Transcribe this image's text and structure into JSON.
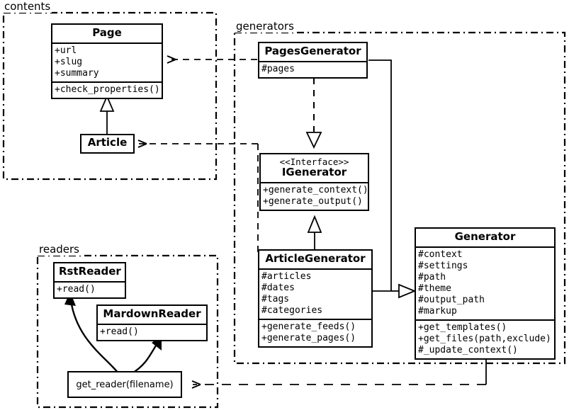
{
  "diagram": {
    "type": "uml-class-diagram",
    "packages": [
      {
        "id": "contents",
        "label": "contents"
      },
      {
        "id": "generators",
        "label": "generators"
      },
      {
        "id": "readers",
        "label": "readers"
      }
    ],
    "classes": [
      {
        "id": "page",
        "name": "Page",
        "stereotype": "",
        "attributes": [
          "+url",
          "+slug",
          "+summary"
        ],
        "operations": [
          "+check_properties()"
        ]
      },
      {
        "id": "article",
        "name": "Article",
        "stereotype": "",
        "attributes": [],
        "operations": []
      },
      {
        "id": "pages-generator",
        "name": "PagesGenerator",
        "stereotype": "",
        "attributes": [
          "#pages"
        ],
        "operations": []
      },
      {
        "id": "igenerator",
        "name": "IGenerator",
        "stereotype": "<<Interface>>",
        "attributes": [],
        "operations": [
          "+generate_context()",
          "+generate_output()"
        ]
      },
      {
        "id": "article-generator",
        "name": "ArticleGenerator",
        "stereotype": "",
        "attributes": [
          "#articles",
          "#dates",
          "#tags",
          "#categories"
        ],
        "operations": [
          "+generate_feeds()",
          "+generate_pages()"
        ]
      },
      {
        "id": "generator",
        "name": "Generator",
        "stereotype": "",
        "attributes": [
          "#context",
          "#settings",
          "#path",
          "#theme",
          "#output_path",
          "#markup"
        ],
        "operations": [
          "+get_templates()",
          "+get_files(path,exclude)",
          "#_update_context()"
        ]
      },
      {
        "id": "rst-reader",
        "name": "RstReader",
        "stereotype": "",
        "attributes": [],
        "operations": [
          "+read()"
        ]
      },
      {
        "id": "mardown-reader",
        "name": "MardownReader",
        "stereotype": "",
        "attributes": [],
        "operations": [
          "+read()"
        ]
      }
    ],
    "functions": [
      {
        "id": "get-reader",
        "label": "get_reader(filename)"
      }
    ],
    "relationships": [
      {
        "from": "article",
        "to": "page",
        "kind": "generalization"
      },
      {
        "from": "pages-generator",
        "to": "igenerator",
        "kind": "realization"
      },
      {
        "from": "article-generator",
        "to": "igenerator",
        "kind": "generalization"
      },
      {
        "from": "pages-generator",
        "to": "generator",
        "kind": "generalization"
      },
      {
        "from": "article-generator",
        "to": "generator",
        "kind": "generalization"
      },
      {
        "from": "pages-generator",
        "to": "page",
        "kind": "dependency"
      },
      {
        "from": "article-generator",
        "to": "article",
        "kind": "dependency"
      },
      {
        "from": "generator",
        "to": "get-reader",
        "kind": "dependency"
      },
      {
        "from": "get-reader",
        "to": "rst-reader",
        "kind": "creates"
      },
      {
        "from": "get-reader",
        "to": "mardown-reader",
        "kind": "creates"
      }
    ],
    "colors": {
      "stroke": "#000000",
      "fill": "#ffffff",
      "text": "#000000"
    }
  }
}
